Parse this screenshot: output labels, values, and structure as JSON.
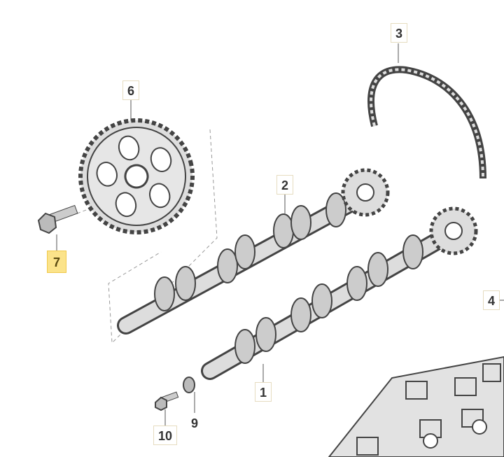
{
  "diagram": {
    "title": "Camshaft assembly exploded view",
    "callouts": [
      {
        "id": "1",
        "label": "1",
        "part": "camshaft-exhaust"
      },
      {
        "id": "2",
        "label": "2",
        "part": "camshaft-intake"
      },
      {
        "id": "3",
        "label": "3",
        "part": "timing-chain"
      },
      {
        "id": "4",
        "label": "4",
        "part": "cylinder-head"
      },
      {
        "id": "6",
        "label": "6",
        "part": "camshaft-sprocket"
      },
      {
        "id": "7",
        "label": "7",
        "part": "sprocket-bolt",
        "highlighted": true
      },
      {
        "id": "9",
        "label": "9",
        "part": "seal-plug"
      },
      {
        "id": "10",
        "label": "10",
        "part": "bolt"
      }
    ],
    "highlight_color": "#fbe38a"
  }
}
